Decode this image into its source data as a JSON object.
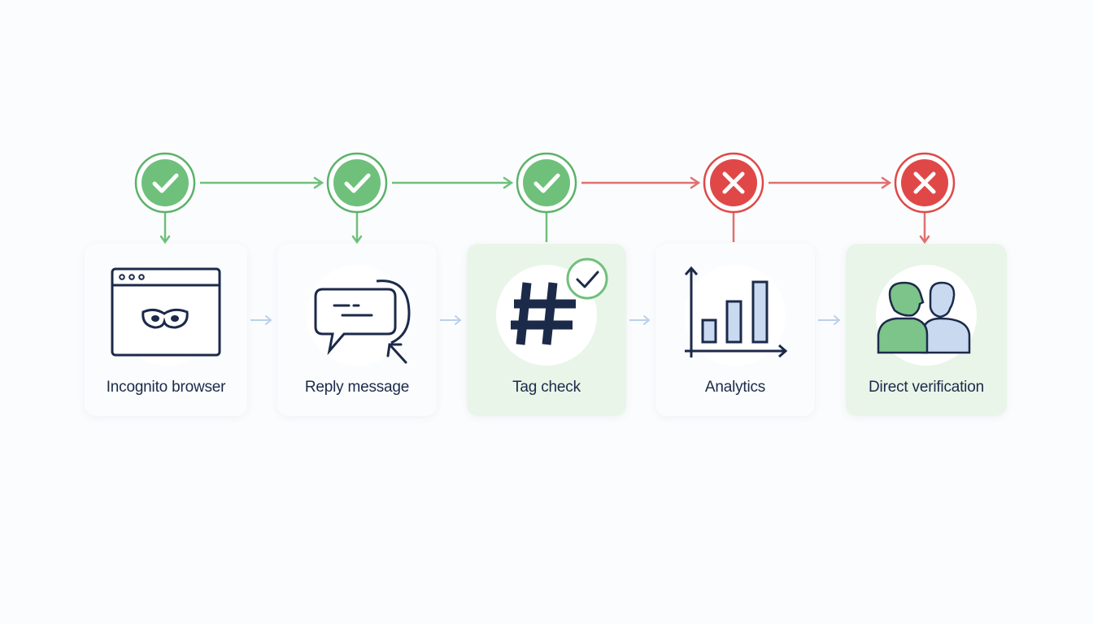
{
  "colors": {
    "success": "#6fc07b",
    "success_ring": "#5bb26a",
    "failure": "#e04848",
    "failure_line": "#e07070",
    "ink": "#1c2a4a",
    "connector": "#bcd0ea",
    "card_blue": "#e9f0fb",
    "card_green": "#e9f5e9",
    "person_green": "#7cc489",
    "person_blue": "#c9d9f0"
  },
  "steps": [
    {
      "label": "Incognito browser",
      "status": "success",
      "icon": "incognito-browser-icon",
      "theme": "blue"
    },
    {
      "label": "Reply message",
      "status": "success",
      "icon": "reply-message-icon",
      "theme": "blue"
    },
    {
      "label": "Tag check",
      "status": "success",
      "icon": "hashtag-check-icon",
      "theme": "green"
    },
    {
      "label": "Analytics",
      "status": "failure",
      "icon": "bar-chart-icon",
      "theme": "blue"
    },
    {
      "label": "Direct verification",
      "status": "failure",
      "icon": "two-people-icon",
      "theme": "green"
    }
  ]
}
